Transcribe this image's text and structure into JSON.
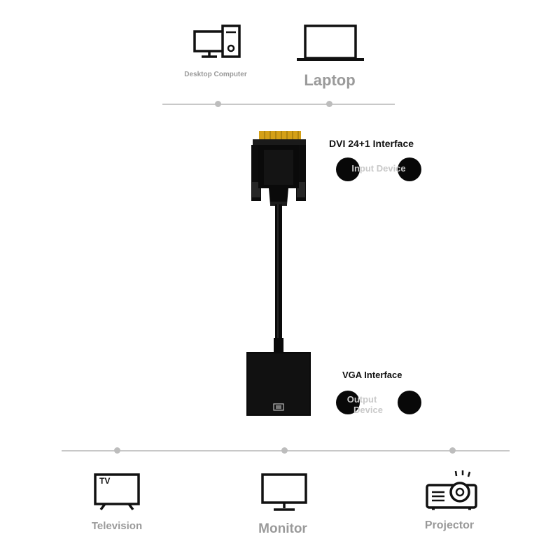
{
  "sources": {
    "desktop_label": "Desktop Computer",
    "laptop_label": "Laptop"
  },
  "adapter": {
    "input_interface": "DVI 24+1 Interface",
    "input_role": "Input Device",
    "output_interface": "VGA Interface",
    "output_role_line1": "Output",
    "output_role_line2": "Device"
  },
  "outputs": {
    "tv_label": "Television",
    "tv_icon_text": "TV",
    "monitor_label": "Monitor",
    "projector_label": "Projector"
  },
  "colors": {
    "label_gray": "#9a9a9a",
    "connector_gold": "#d4a017",
    "cable_black": "#0a0a0a"
  }
}
